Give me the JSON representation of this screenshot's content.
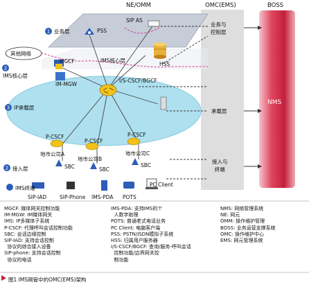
{
  "title": {
    "left": "NE/OMM",
    "mid": "OMC(EMS)",
    "right": "BOSS"
  },
  "layers": {
    "service": "业务层",
    "ims_core": "IMS核心层",
    "ip_bearer": "IP承载层",
    "access": "接入层",
    "terminal": "IMS终端"
  },
  "ims_core_label": "IMS核心层",
  "other_network": "其他网络",
  "nodes": {
    "sip_as": "SIP AS",
    "pss": "PSS",
    "hss": "HSS",
    "mgcf": "MGCF",
    "im_mgw": "IM-MGW",
    "cscf": "I/S-CSCF/BGCF",
    "pcscf_a": "P-CSCF",
    "pcscf_b": "P-CSCF",
    "pcscf_c": "P-CSCF",
    "branch_a": "地市公司A",
    "branch_b": "地市公司B",
    "branch_c": "地市公司C",
    "sbc_a": "SBC",
    "sbc_b": "SBC",
    "sbc_c": "SBC",
    "sip_iad": "SIP-IAD",
    "sip_phone": "SIP-Phone",
    "ims_pda": "IMS-PDA",
    "pots": "POTS",
    "pc_client": "PC Client"
  },
  "omc": {
    "service_mgmt": "业务与\n控制层",
    "bearer": "承载层",
    "access_term": "接入与\n终端"
  },
  "boss_nms": "NMS",
  "legend": {
    "col1": "MGCF: 媒体网关控制功能\nIM-MGW: IM媒体网关\nIMS: IP多媒体子系统\nP-CSCF: 代理呼叫会话控制功能\nSBC: 会话边缘控制\nSIP-IAD: 支持会话控制\n  协议的综合接入设备\nSIP-phone: 支持会话控制\n  协议的电话",
    "col2": "IMS-PDA: 支持IMS的个\n  人数字助理\nPOTS: 普通老式电话业务\nPC Client: 电脑客户端\nPSS: PSTN/ISDN模拟子系统\nHSS: 归属用户服务器\nI/S-CSCF/BGCF: 查询/服务-呼叫会话\n  控制功能/边界网关控\n  制功能",
    "col3": "NMS: 网络管理系统\nNE: 网元\nOMM: 操作维护管理\nBOSS: 业务运营支撑系统\nOMC: 操作维护中心\nEMS: 网元管理系统"
  },
  "caption": "图1  IMS网管中的OMC(EMS)架构",
  "colors": {
    "service_plane": "#c9cfdb",
    "ip_cloud": "#aee0ef",
    "boss_bar": "#e0445c",
    "omc_panel": "#dcdcdc",
    "dashed": "#d63a9a"
  }
}
